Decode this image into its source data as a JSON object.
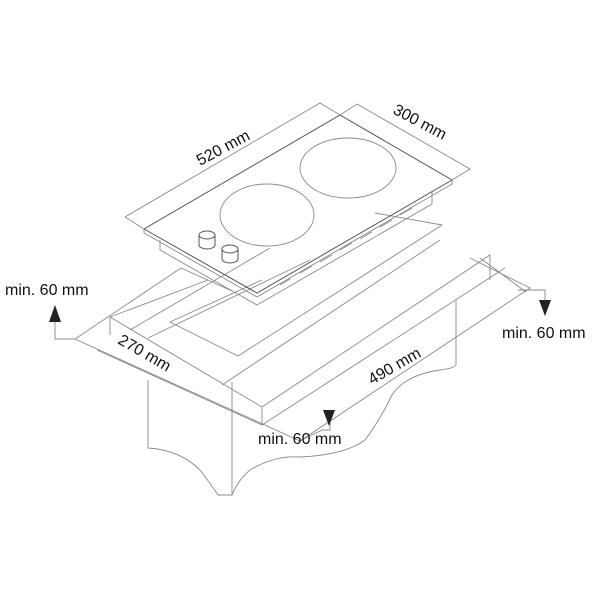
{
  "diagram": {
    "hob_width_label": "520 mm",
    "hob_depth_label": "300 mm",
    "cutout_depth_label": "270 mm",
    "cutout_width_label": "490 mm",
    "clearance_left_label": "min. 60 mm",
    "clearance_right_label": "min. 60 mm",
    "clearance_front_label": "min. 60 mm",
    "line_color": "#8a8a8a",
    "arrow_color": "#222222"
  }
}
